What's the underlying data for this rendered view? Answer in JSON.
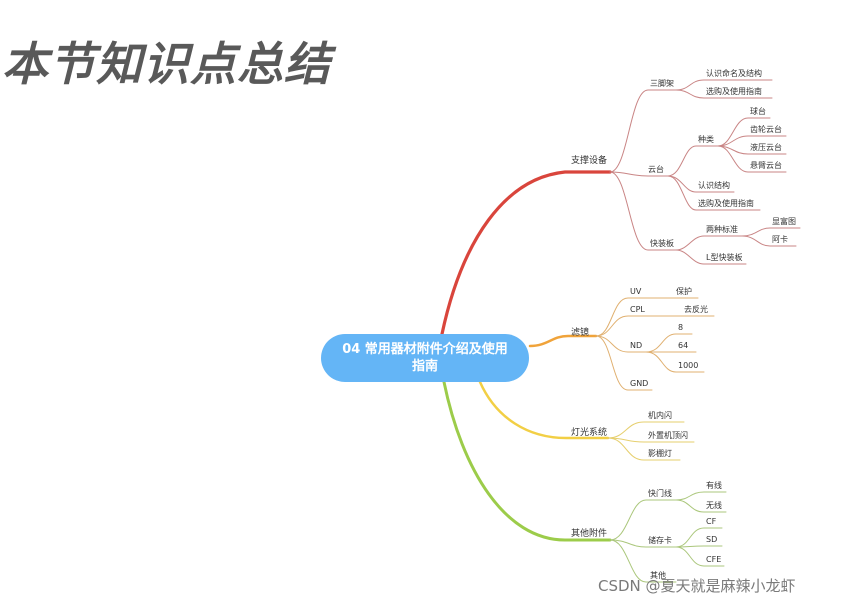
{
  "title": "本节知识点总结",
  "watermark": "CSDN @夏天就是麻辣小龙虾",
  "center": "04 常用器材附件介绍及使用指南",
  "colors": {
    "red": "#d9453c",
    "orange": "#f0a33a",
    "yellow": "#f2cf45",
    "green": "#9ccc4a",
    "center": "#64b5f6"
  },
  "branches": {
    "support": {
      "label": "支撑设备",
      "tripod": {
        "label": "三脚架",
        "items": [
          "认识命名及结构",
          "选购及使用指南"
        ]
      },
      "head": {
        "label": "云台",
        "kinds": {
          "label": "种类",
          "items": [
            "球台",
            "齿轮云台",
            "液压云台",
            "悬臂云台"
          ]
        },
        "items": [
          "认识结构",
          "选购及使用指南"
        ]
      },
      "plate": {
        "label": "快装板",
        "standards": {
          "label": "两种标准",
          "items": [
            "显富图",
            "阿卡"
          ]
        },
        "l_plate": "L型快装板"
      }
    },
    "filter": {
      "label": "滤镜",
      "uv": {
        "label": "UV",
        "item": "保护"
      },
      "cpl": {
        "label": "CPL",
        "item": "去反光"
      },
      "nd": {
        "label": "ND",
        "items": [
          "8",
          "64",
          "1000"
        ]
      },
      "gnd": {
        "label": "GND"
      }
    },
    "light": {
      "label": "灯光系统",
      "items": [
        "机内闪",
        "外置机顶闪",
        "影棚灯"
      ]
    },
    "other": {
      "label": "其他附件",
      "shutter": {
        "label": "快门线",
        "items": [
          "有线",
          "无线"
        ]
      },
      "card": {
        "label": "储存卡",
        "items": [
          "CF",
          "SD",
          "CFE"
        ]
      },
      "misc": {
        "label": "其他"
      }
    }
  }
}
